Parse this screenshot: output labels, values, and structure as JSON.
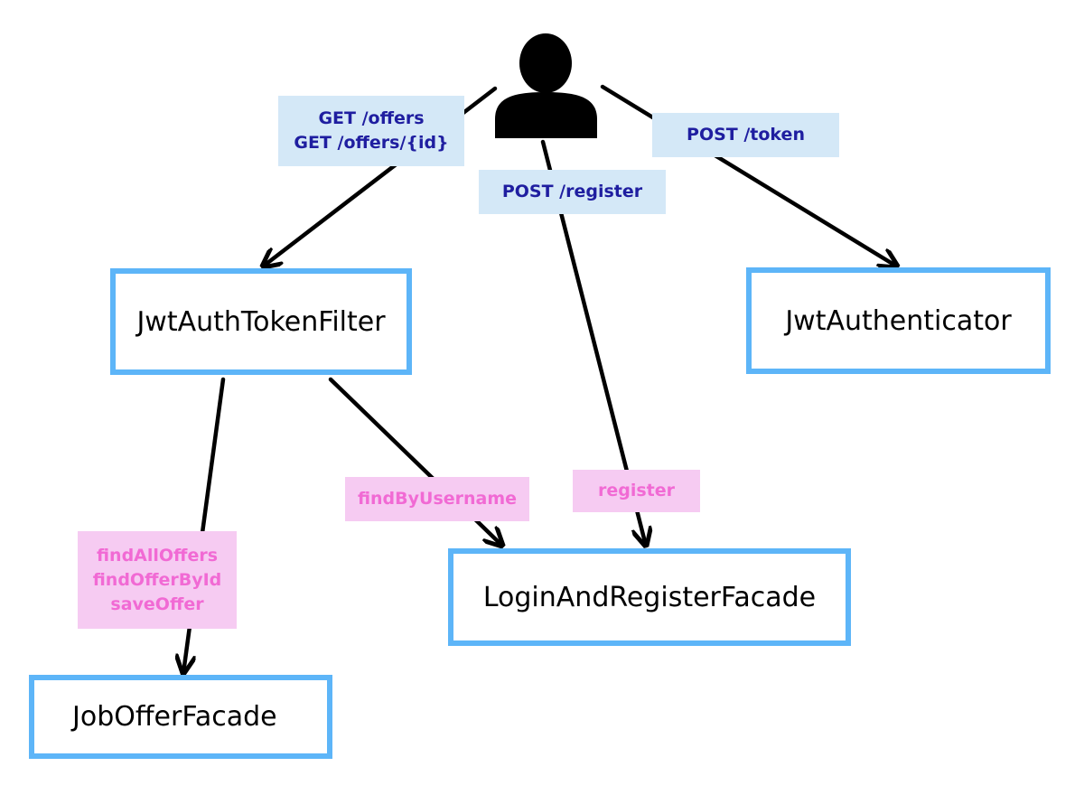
{
  "actor": {
    "icon": "user-icon"
  },
  "nodes": {
    "jwt_auth_token_filter": "JwtAuthTokenFilter",
    "jwt_authenticator": "JwtAuthenticator",
    "login_and_register_facade": "LoginAndRegisterFacade",
    "job_offer_facade": "JobOfferFacade"
  },
  "edge_labels": {
    "get_offers": [
      "GET /offers",
      "GET /offers/{id}"
    ],
    "post_register": "POST /register",
    "post_token": "POST /token",
    "find_by_username": "findByUsername",
    "register": "register",
    "job_offer_methods": [
      "findAllOffers",
      "findOfferById",
      "saveOffer"
    ]
  },
  "colors": {
    "node_border": "#5db5f8",
    "http_label_bg": "#d4e8f7",
    "http_label_text": "#1f1ea0",
    "method_label_bg": "#f6cbf2",
    "method_label_text": "#f16ad4",
    "arrow": "#000000"
  }
}
